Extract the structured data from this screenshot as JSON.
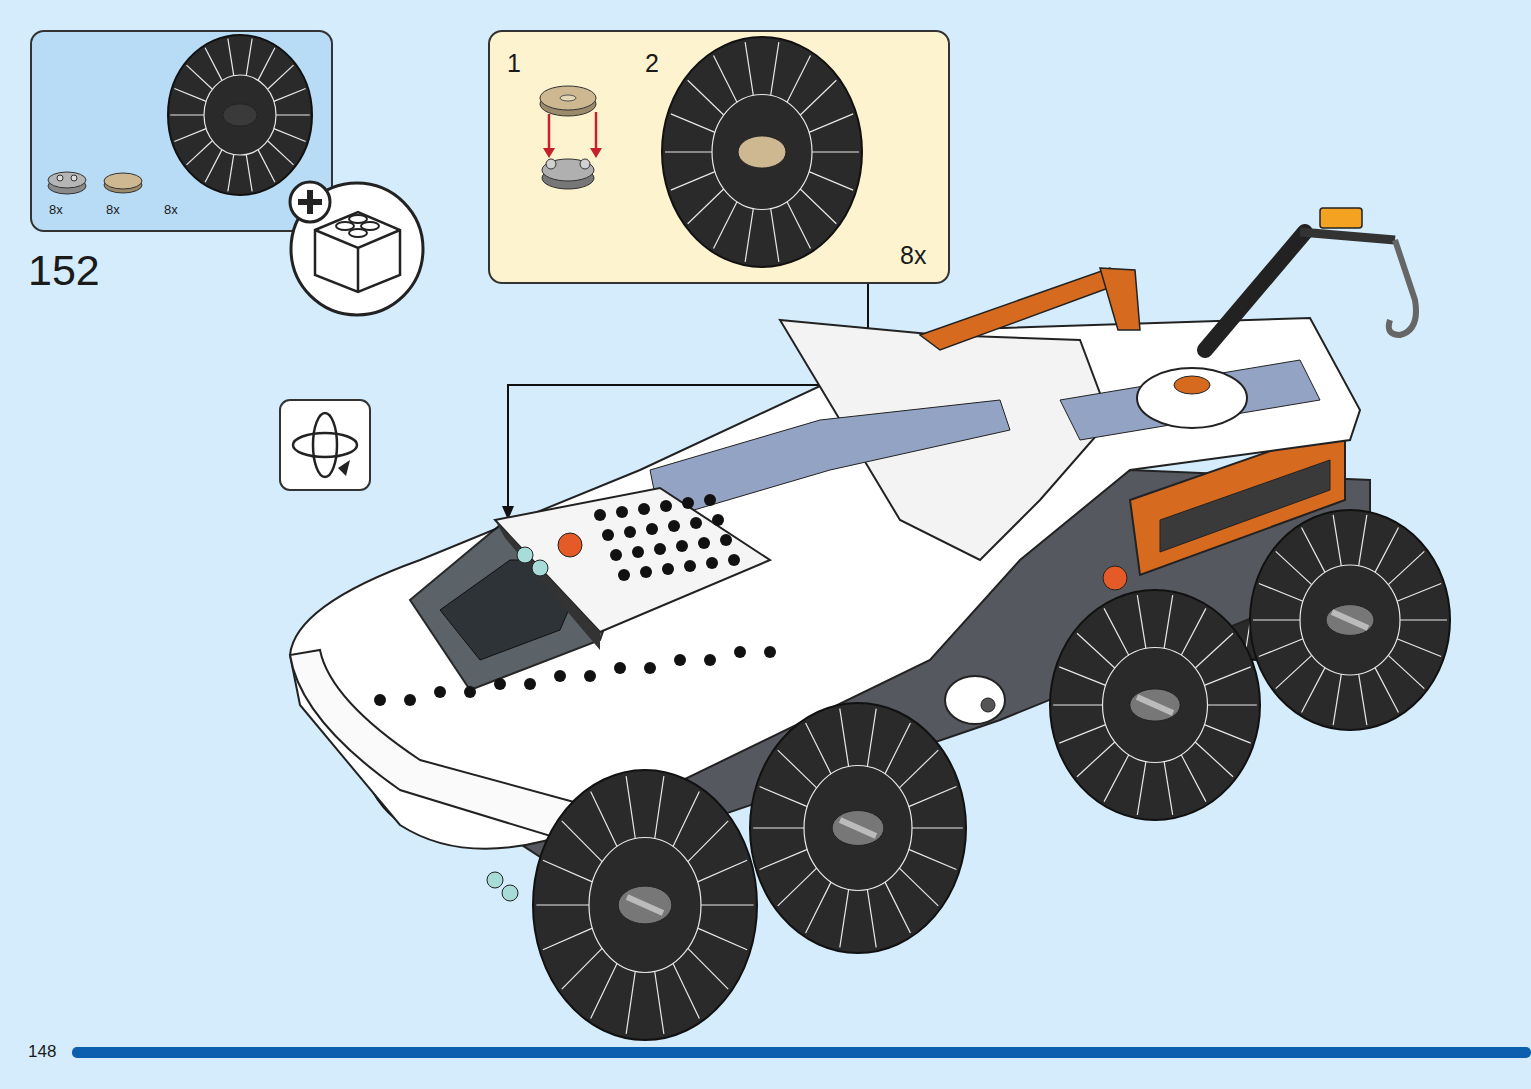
{
  "diagram": {
    "nodes": [
      {
        "text": [
          "8x",
          "8x",
          "8x"
        ]
      },
      {
        "text": [
          "1",
          "2",
          "8x"
        ]
      }
    ],
    "labels": [
      "152",
      "148"
    ]
  }
}
